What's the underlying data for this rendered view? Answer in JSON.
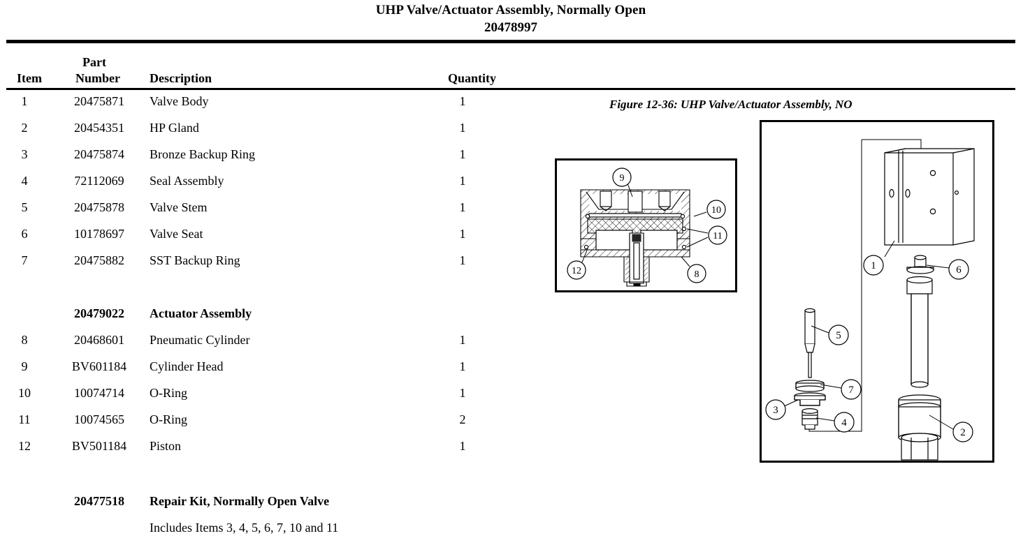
{
  "title": {
    "heading": "UHP Valve/Actuator Assembly, Normally Open",
    "assembly_number": "20478997"
  },
  "table": {
    "headers": {
      "item": "Item",
      "part_line1": "Part",
      "part_line2": "Number",
      "description": "Description",
      "quantity": "Quantity"
    },
    "rows": [
      {
        "item": "1",
        "part": "20475871",
        "description": "Valve Body",
        "qty": "1"
      },
      {
        "item": "2",
        "part": "20454351",
        "description": "HP Gland",
        "qty": "1"
      },
      {
        "item": "3",
        "part": "20475874",
        "description": "Bronze Backup Ring",
        "qty": "1"
      },
      {
        "item": "4",
        "part": "72112069",
        "description": "Seal Assembly",
        "qty": "1"
      },
      {
        "item": "5",
        "part": "20475878",
        "description": "Valve Stem",
        "qty": "1"
      },
      {
        "item": "6",
        "part": "10178697",
        "description": "Valve Seat",
        "qty": "1"
      },
      {
        "item": "7",
        "part": "20475882",
        "description": "SST Backup Ring",
        "qty": "1"
      }
    ],
    "group": {
      "item": "",
      "part": "20479022",
      "description": "Actuator Assembly",
      "qty": ""
    },
    "rows2": [
      {
        "item": "8",
        "part": "20468601",
        "description": "Pneumatic Cylinder",
        "qty": "1"
      },
      {
        "item": "9",
        "part": "BV601184",
        "description": "Cylinder Head",
        "qty": "1"
      },
      {
        "item": "10",
        "part": "10074714",
        "description": "O-Ring",
        "qty": "1"
      },
      {
        "item": "11",
        "part": "10074565",
        "description": "O-Ring",
        "qty": "2"
      },
      {
        "item": "12",
        "part": "BV501184",
        "description": "Piston",
        "qty": "1"
      }
    ]
  },
  "repair_kit": {
    "part_number": "20477518",
    "title": "Repair Kit, Normally Open Valve",
    "note": "Includes Items 3, 4, 5, 6, 7, 10 and 11"
  },
  "figure": {
    "caption": "Figure 12-36:  UHP Valve/Actuator Assembly, NO",
    "section_view": {
      "callouts": [
        "9",
        "10",
        "11",
        "12",
        "8"
      ]
    },
    "exploded_view": {
      "callouts": [
        "1",
        "6",
        "5",
        "7",
        "3",
        "4",
        "2"
      ]
    }
  },
  "colors": {
    "ink": "#000000",
    "paper": "#ffffff"
  }
}
